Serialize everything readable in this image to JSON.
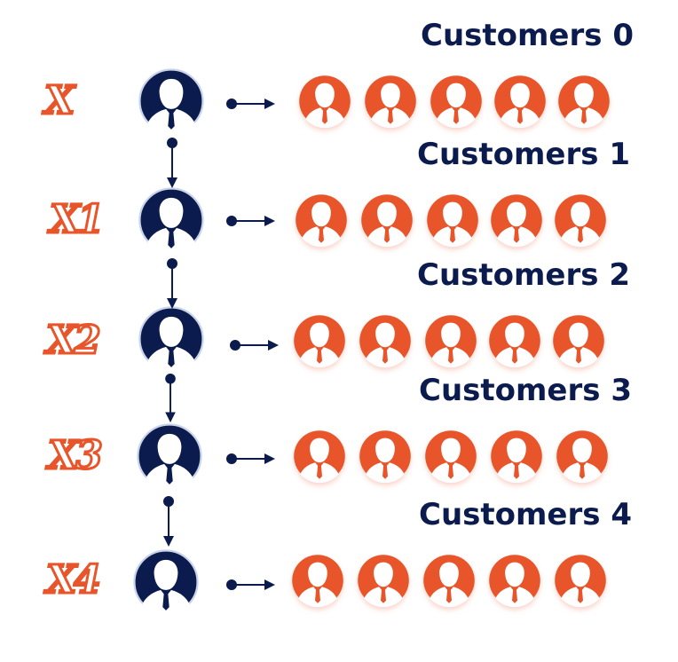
{
  "diagram": {
    "levels": [
      {
        "label": "X",
        "customers_title": "Customers 0",
        "customer_count": 5
      },
      {
        "label": "X1",
        "customers_title": "Customers 1",
        "customer_count": 5
      },
      {
        "label": "X2",
        "customers_title": "Customers 2",
        "customer_count": 5
      },
      {
        "label": "X3",
        "customers_title": "Customers 3",
        "customer_count": 5
      },
      {
        "label": "X4",
        "customers_title": "Customers 4",
        "customer_count": 5
      }
    ],
    "colors": {
      "manager": "#0b1b4d",
      "customer": "#e8552a",
      "title": "#0b1b4d",
      "label_stroke": "#e8552a",
      "connector": "#0b1b4d"
    },
    "icons": {
      "manager": "person-icon",
      "customer": "person-icon",
      "connector": "arrow-icon"
    }
  }
}
